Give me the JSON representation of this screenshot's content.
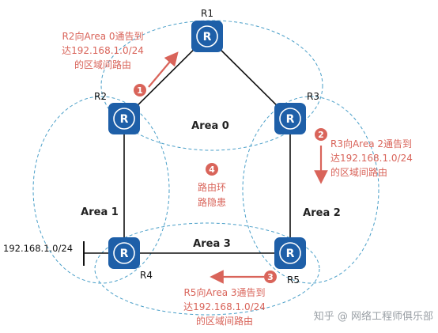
{
  "routers": {
    "r1": "R1",
    "r2": "R2",
    "r3": "R3",
    "r4": "R4",
    "r5": "R5"
  },
  "areas": {
    "area0": "Area 0",
    "area1": "Area 1",
    "area2": "Area 2",
    "area3": "Area 3"
  },
  "prefix": "192.168.1.0/24",
  "annotations": {
    "step1": {
      "number": "1",
      "lines": [
        "R2向Area 0通告到",
        "达192.168.1.0/24",
        "的区域间路由"
      ]
    },
    "step2": {
      "number": "2",
      "lines": [
        "R3向Area 2通告到",
        "达192.168.1.0/24",
        "的区域间路由"
      ]
    },
    "step3": {
      "number": "3",
      "lines": [
        "R5向Area 3通告到",
        "达192.168.1.0/24",
        "的区域间路由"
      ]
    },
    "step4": {
      "number": "4",
      "lines": [
        "路由环",
        "路隐患"
      ]
    }
  },
  "watermark": "知乎 @ 网络工程师俱乐部",
  "colors": {
    "router_fill": "#1e5fa8",
    "link": "#111111",
    "area_border": "#4a9fc8",
    "annotation": "#d9645a"
  }
}
